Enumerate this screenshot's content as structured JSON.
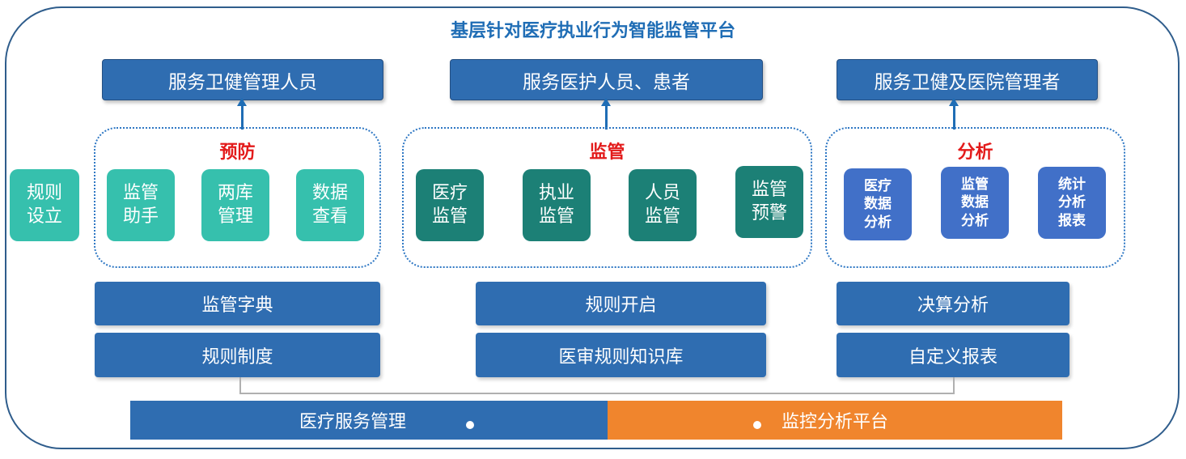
{
  "title": "基层针对医疗执业行为智能监管平台",
  "targets": [
    "服务卫健管理人员",
    "服务医护人员、患者",
    "服务卫健及医院管理者"
  ],
  "rule_setup": "规则\n设立",
  "groups": [
    {
      "label": "预防",
      "tiles": [
        "监管\n助手",
        "两库\n管理",
        "数据\n查看"
      ]
    },
    {
      "label": "监管",
      "tiles": [
        "医疗\n监管",
        "执业\n监管",
        "人员\n监管",
        "监管\n预警"
      ]
    },
    {
      "label": "分析",
      "tiles": [
        "医疗\n数据\n分析",
        "监管\n数据\n分析",
        "统计\n分析\n报表"
      ]
    }
  ],
  "bars": [
    [
      "监管字典",
      "规则制度"
    ],
    [
      "规则开启",
      "医审规则知识库"
    ],
    [
      "决算分析",
      "自定义报表"
    ]
  ],
  "platform": {
    "left": "医疗服务管理",
    "right": "监控分析平台"
  },
  "colors": {
    "primary_blue": "#2f6db1",
    "highlight_red": "#e31b1b",
    "teal": "#36c0ad",
    "dark_green": "#1c8076",
    "tile_blue": "#4170c8",
    "orange": "#f0852d"
  }
}
